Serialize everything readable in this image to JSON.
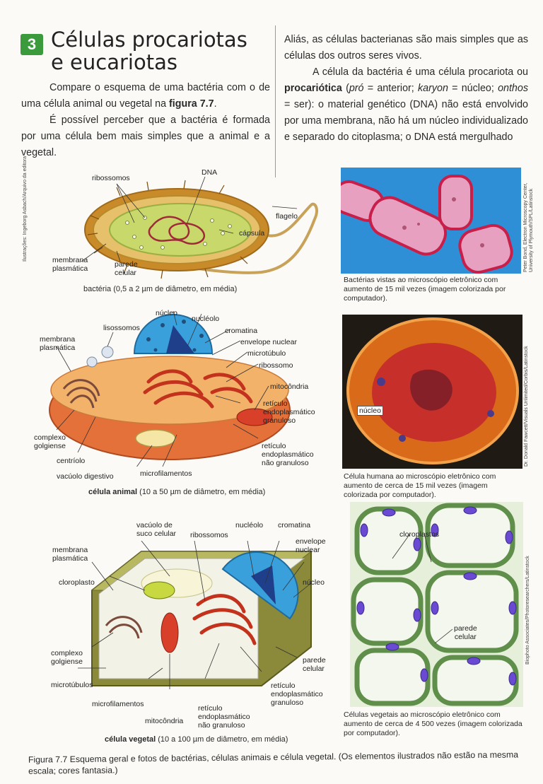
{
  "section": {
    "number": "3",
    "title_line1": "Células procariotas",
    "title_line2": "e eucariotas"
  },
  "left_col": {
    "p1": "Compare o esquema de uma bactéria com o de uma célula animal ou vegetal na ",
    "p1_bold": "figura 7.7",
    "p1_end": ".",
    "p2": "É possível perceber que a bactéria é formada por uma célula bem mais simples que a animal e a vegetal."
  },
  "right_col": {
    "p1": "Aliás, as células bacterianas são mais simples que as células dos outros seres vivos.",
    "p2_start": "A célula da bactéria é uma célula procariota ou ",
    "p2_bold": "procariótica",
    "p2_paren_open": " (",
    "p2_pro": "pró",
    "p2_pro_def": " = anterior; ",
    "p2_karyon": "karyon",
    "p2_karyon_def": " = núcleo; ",
    "p2_onthos": "onthos",
    "p2_end": " = ser): o material genético (DNA) não está envolvido por uma membrana, não há um núcleo individualizado e separado do citoplasma; o DNA está mergulhado"
  },
  "bacteria": {
    "labels": {
      "ribossomos": "ribossomos",
      "dna": "DNA",
      "flagelo": "flagelo",
      "capsula": "cápsula",
      "membrana": "membrana",
      "plasmatica": "plasmática",
      "parede": "parede",
      "celular": "celular"
    },
    "caption": "bactéria (0,5 a 2 µm de diâmetro, em média)",
    "credit": "Ilustrações: Ingeborg Asbach/Arquivo da editora"
  },
  "animal": {
    "labels": {
      "nucleo": "núcleo",
      "nucleolo": "nucléolo",
      "lisossomos": "lisossomos",
      "cromatina": "cromatina",
      "membrana": "membrana",
      "plasmatica": "plasmática",
      "envelope": "envelope nuclear",
      "microtubulo": "microtúbulo",
      "ribossomo": "ribossomo",
      "mitocondria": "mitocôndria",
      "reticulo": "retículo",
      "endoplasmatico": "endoplasmático",
      "granuloso": "granuloso",
      "complexo": "complexo",
      "golgiense": "golgiense",
      "centriolo": "centríolo",
      "reticulo2": "retículo",
      "endoplasmatico2": "endoplasmático",
      "nao_granuloso": "não granuloso",
      "vacuolo": "vacúolo digestivo",
      "microfilamentos": "microfilamentos"
    },
    "caption_bold": "célula animal",
    "caption_rest": " (10 a 50 µm de diâmetro, em média)"
  },
  "plant": {
    "labels": {
      "vacuolo1": "vacúolo de",
      "vacuolo2": "suco celular",
      "ribossomos": "ribossomos",
      "nucleolo": "nucléolo",
      "cromatina": "cromatina",
      "membrana": "membrana",
      "plasmatica": "plasmática",
      "envelope1": "envelope",
      "envelope2": "nuclear",
      "cloroplasto": "cloroplasto",
      "nucleo": "núcleo",
      "complexo": "complexo",
      "golgiense": "golgiense",
      "parede": "parede",
      "celular": "celular",
      "microtubulos": "microtúbulos",
      "reticulo_a": "retículo",
      "endo_a": "endoplasmático",
      "granuloso": "granuloso",
      "microfilamentos": "microfilamentos",
      "reticulo_b": "retículo",
      "endo_b": "endoplasmático",
      "nao_granuloso": "não granuloso",
      "mitocondria": "mitocôndria"
    },
    "caption_bold": "célula vegetal",
    "caption_rest": " (10 a 100 µm de diâmetro, em média)"
  },
  "photo1": {
    "credit1": "Peter Bond, Electron Microscopy Center,",
    "credit2": "University of Plymouth/SPL/Latinstock",
    "caption": "Bactérias vistas ao microscópio eletrônico com aumento de 15 mil vezes (imagem colorizada por computador)."
  },
  "photo2": {
    "label": "núcleo",
    "credit": "Dr. Donald Fawcett/Visuals Unlimited/Corbis/Latinstock",
    "caption": "Célula humana ao microscópio eletrônico com aumento de cerca de 15 mil vezes (imagem colorizada por computador)."
  },
  "photo3": {
    "label1": "cloroplastos",
    "label2": "parede",
    "label3": "celular",
    "credit": "Biophoto Associates/Photoresearchers/Latinstock",
    "caption": "Células vegetais ao microscópio eletrônico com aumento de cerca de 4 500 vezes (imagem colorizada por computador)."
  },
  "figure_caption": {
    "tag": "Figura 7.7",
    "text": "  Esquema geral e fotos de bactérias, células animais e célula vegetal. (Os elementos ilustrados não estão na mesma escala; cores fantasia.)"
  },
  "colors": {
    "badge": "#3b9a3c",
    "bacteria_photo_bg": "#2f8fd6",
    "animal_photo_bg": "#1f1a14",
    "plant_photo_bg": "#e6efd9"
  }
}
